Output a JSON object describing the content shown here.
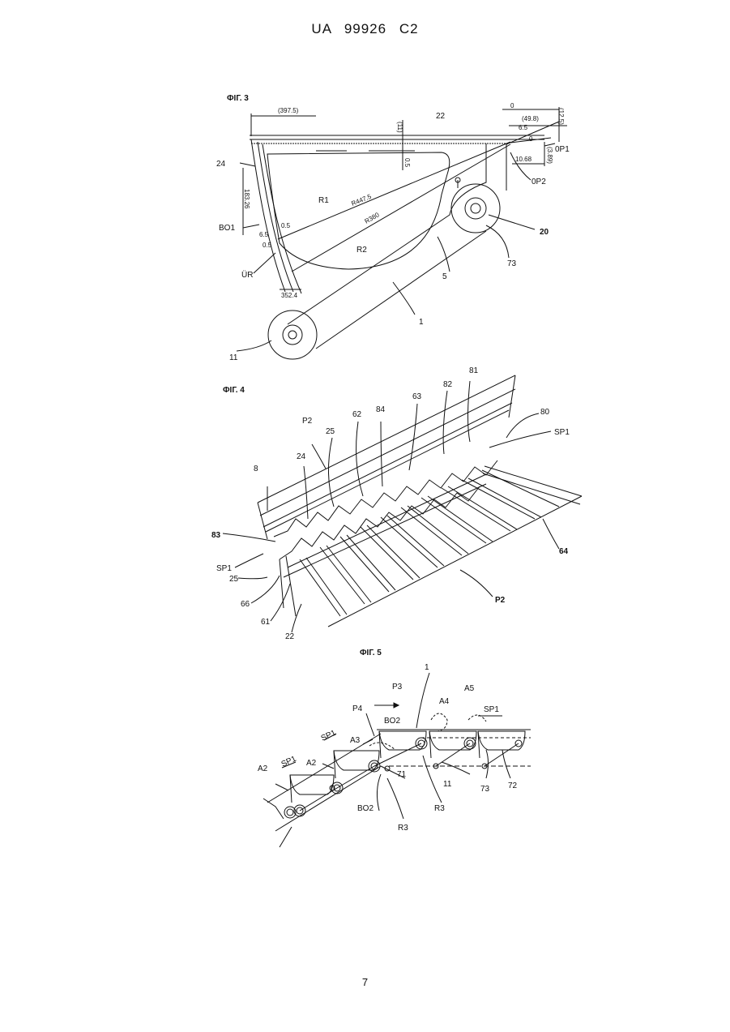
{
  "header": {
    "text": "UA   99926   C2"
  },
  "page_number": "7",
  "fig3": {
    "title": "ФІГ. 3",
    "dims": {
      "d397": "(397.5)",
      "d11": "(11)",
      "d05a": "0.5",
      "d0a": "0",
      "d498": "(49.8)",
      "d65": "6.5",
      "d0b": "0",
      "d125": "(12.5)",
      "d389": "(3.89)",
      "d1068": "10.68",
      "d18326": "183.26",
      "d65b": "6.5",
      "d05b": "0.5",
      "d05c": "0.5",
      "d3524": "352.4",
      "r4475": "R447.5",
      "r380": "R380"
    },
    "labels": {
      "l22": "22",
      "l24": "24",
      "lBO1": "BO1",
      "lR1": "R1",
      "lR2": "R2",
      "lUR": "ÜR",
      "l0P1": "0P1",
      "l0P2": "0P2",
      "l20": "20",
      "l73": "73",
      "l5": "5",
      "l1": "1",
      "l11": "11"
    }
  },
  "fig4": {
    "title": "ФІГ. 4",
    "labels": {
      "l81": "81",
      "l82": "82",
      "l63": "63",
      "l80": "80",
      "lSP1a": "SP1",
      "l62": "62",
      "l84": "84",
      "lP2a": "P2",
      "l25a": "25",
      "l24": "24",
      "l8": "8",
      "l83": "83",
      "lSP1b": "SP1",
      "l25b": "25",
      "l66": "66",
      "l61": "61",
      "l22": "22",
      "l64": "64",
      "lP2b": "P2"
    }
  },
  "fig5": {
    "title": "ФІГ. 5",
    "labels": {
      "l1": "1",
      "lP3": "P3",
      "lA4": "A4",
      "lA5": "A5",
      "lSP1a": "SP1",
      "lP4": "P4",
      "lBO2a": "BO2",
      "lA3": "A3",
      "lSP1b": "SP1",
      "lA2a": "A2",
      "lSP1c": "SP1",
      "lA2b": "A2",
      "l71": "71",
      "l11": "11",
      "l73": "73",
      "l72": "72",
      "lR3a": "R3",
      "lBO2b": "BO2",
      "lR3b": "R3"
    }
  }
}
